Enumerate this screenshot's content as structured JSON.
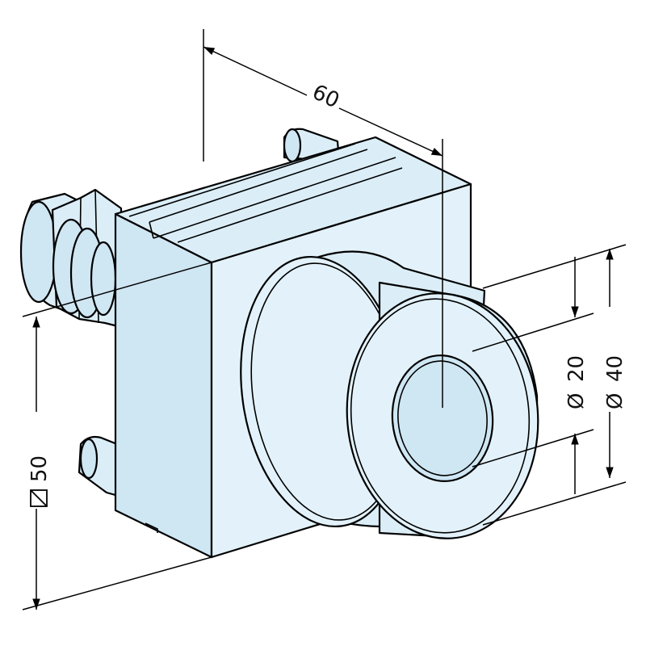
{
  "dimensions": {
    "width": "60",
    "square_size": "50",
    "square_symbol": "square-icon",
    "diameter_inner": "20",
    "diameter_outer": "40",
    "diameter_symbol": "Ø"
  },
  "colors": {
    "body_fill": "#dbeef8",
    "body_face_front": "#e3f2fa",
    "body_face_side": "#cfe6f3",
    "line": "#000000",
    "background": "#ffffff"
  }
}
